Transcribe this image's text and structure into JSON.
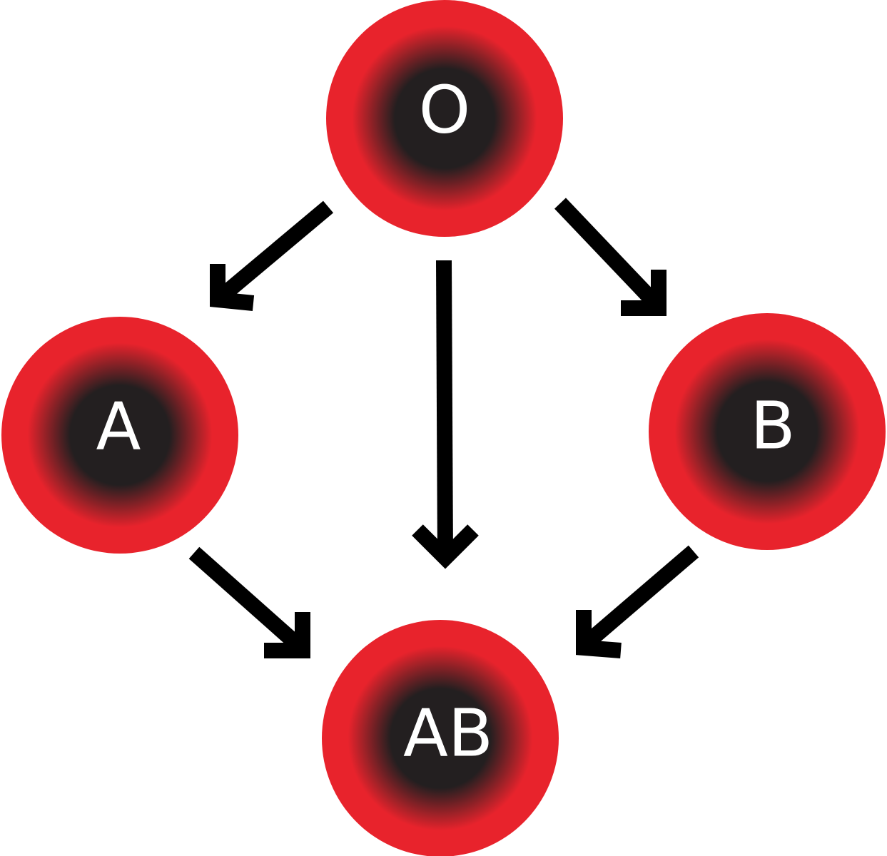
{
  "diagram": {
    "type": "blood-type-compatibility",
    "colors": {
      "cell_rim": "#e8232c",
      "cell_core": "#231f20",
      "label": "#ffffff",
      "arrow": "#000000",
      "background": "#ffffff"
    },
    "nodes": [
      {
        "id": "O",
        "label": "O"
      },
      {
        "id": "A",
        "label": "A"
      },
      {
        "id": "B",
        "label": "B"
      },
      {
        "id": "AB",
        "label": "AB"
      }
    ],
    "edges": [
      {
        "from": "O",
        "to": "A"
      },
      {
        "from": "O",
        "to": "AB"
      },
      {
        "from": "O",
        "to": "B"
      },
      {
        "from": "A",
        "to": "AB"
      },
      {
        "from": "B",
        "to": "AB"
      }
    ]
  }
}
